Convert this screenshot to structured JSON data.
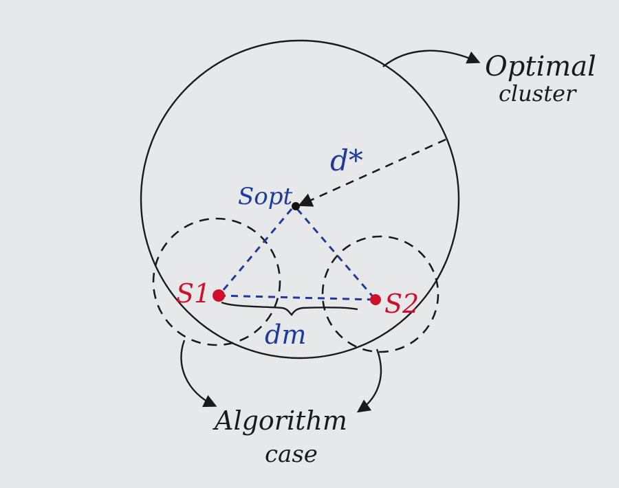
{
  "labels": {
    "optimal_cluster_line1": "Optimal",
    "optimal_cluster_line2": "cluster",
    "d_star": "d*",
    "s_opt": "Sopt",
    "s1": "S1",
    "s2": "S2",
    "dm": "dm",
    "algorithm_line1": "Algorithm",
    "algorithm_line2": "case"
  },
  "colors": {
    "background": "#e7e8ea",
    "ink": "#1a1a1a",
    "blue": "#1e3a9a",
    "red": "#d0102a"
  }
}
